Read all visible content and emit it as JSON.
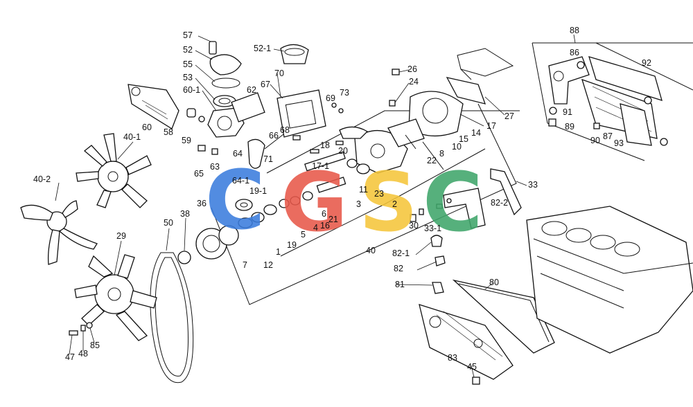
{
  "watermark": {
    "letters": [
      "C",
      "G",
      "S",
      "C"
    ],
    "colors": [
      "#3b7ddd",
      "#e8584a",
      "#f5c63b",
      "#3fa66a"
    ]
  },
  "callouts": [
    "57",
    "52",
    "55",
    "53",
    "60-1",
    "62",
    "52-1",
    "70",
    "67",
    "69",
    "73",
    "26",
    "24",
    "60",
    "58",
    "59",
    "66",
    "68",
    "71",
    "64",
    "65",
    "63",
    "20",
    "18",
    "22",
    "8",
    "10",
    "15",
    "14",
    "17",
    "27",
    "40-1",
    "40-2",
    "64-1",
    "19-1",
    "17-1",
    "11",
    "23",
    "2",
    "3",
    "36",
    "38",
    "50",
    "6",
    "21",
    "16",
    "4",
    "5",
    "19",
    "12",
    "7",
    "1",
    "40",
    "29",
    "30",
    "33-1",
    "33",
    "82-2",
    "82-1",
    "82",
    "81",
    "80",
    "83",
    "45",
    "47",
    "48",
    "85",
    "88",
    "86",
    "92",
    "91",
    "89",
    "90",
    "87",
    "93"
  ]
}
